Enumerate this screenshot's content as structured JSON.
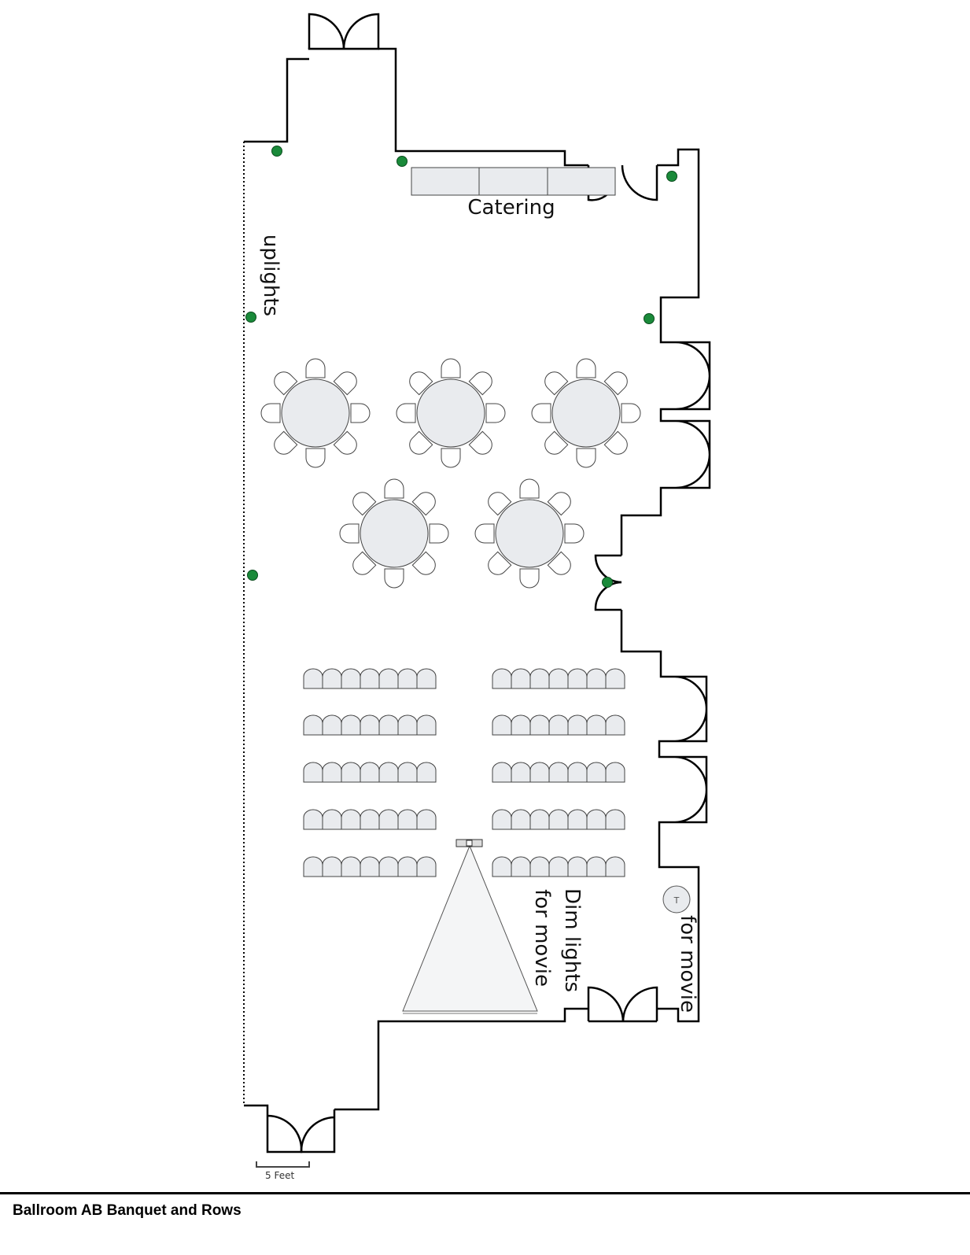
{
  "title": "Ballroom AB Banquet and Rows",
  "scale_label": "5 Feet",
  "labels": {
    "catering": "Catering",
    "uplights": "uplights",
    "dim_lights": "Dim lights",
    "for_movie": "for movie",
    "for_movie_2": "for movie"
  },
  "round_tables": {
    "count": 5,
    "chairs_per_table": 8
  },
  "chair_rows": {
    "rows": 5,
    "sections": 2,
    "chairs_per_row": 7
  },
  "colors": {
    "uplight": "#1a8a3a",
    "furniture": "#e9ebee"
  }
}
